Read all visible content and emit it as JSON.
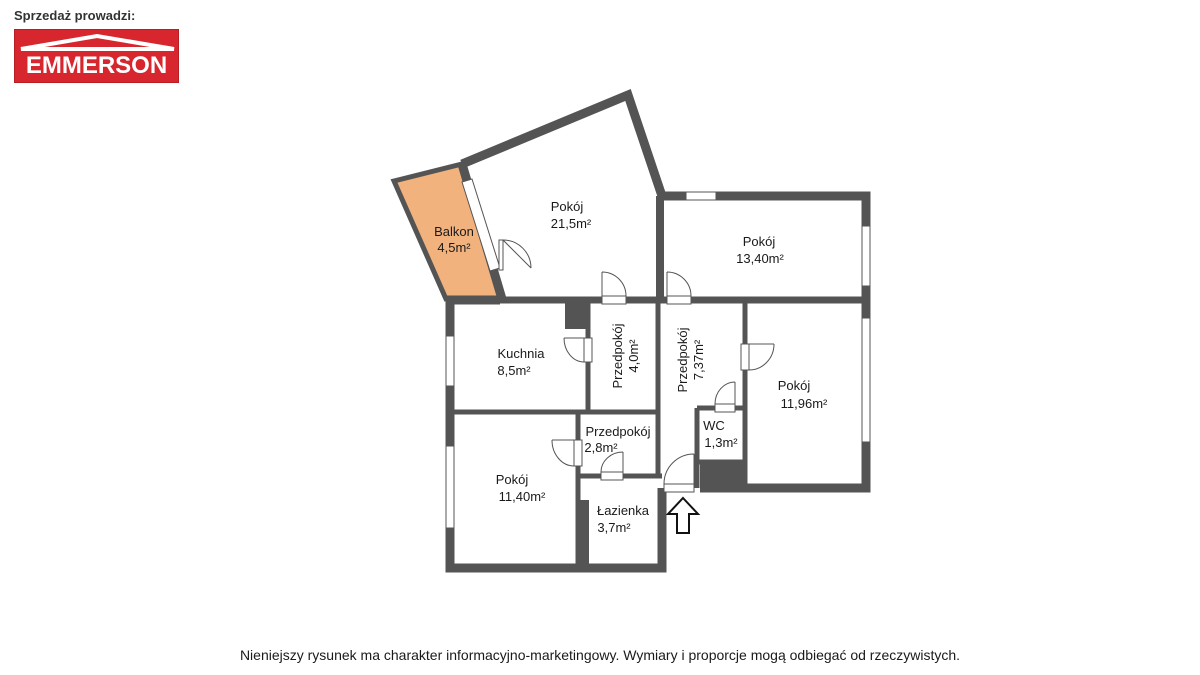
{
  "agent": {
    "label": "Sprzedaż prowadzi:",
    "logo_text": "EMMERSON",
    "brand_color": "#d7262e"
  },
  "rooms": {
    "balkon": {
      "name": "Balkon",
      "area": "4,5m²"
    },
    "pokoj_large": {
      "name": "Pokój",
      "area": "21,5m²"
    },
    "pokoj_ne": {
      "name": "Pokój",
      "area": "13,40m²"
    },
    "kuchnia": {
      "name": "Kuchnia",
      "area": "8,5m²"
    },
    "przedpokoj_a": {
      "name": "Przedpokój",
      "area": "4,0m²"
    },
    "przedpokoj_b": {
      "name": "Przedpokój",
      "area": "7,37m²"
    },
    "pokoj_e": {
      "name": "Pokój",
      "area": "11,96m²"
    },
    "wc": {
      "name": "WC",
      "area": "1,3m²"
    },
    "przedpokoj_c": {
      "name": "Przedpokój",
      "area": "2,8m²"
    },
    "pokoj_sw": {
      "name": "Pokój",
      "area": "11,40m²"
    },
    "lazienka": {
      "name": "Łazienka",
      "area": "3,7m²"
    }
  },
  "colors": {
    "wall": "#545454",
    "balcony_fill": "#f2b27d",
    "floor": "#ffffff"
  },
  "entrance_icon": "entrance-arrow-icon",
  "footer": {
    "disclaimer": "Nieniejszy rysunek ma charakter informacyjno-marketingowy. Wymiary i proporcje mogą odbiegać od rzeczywistych."
  }
}
